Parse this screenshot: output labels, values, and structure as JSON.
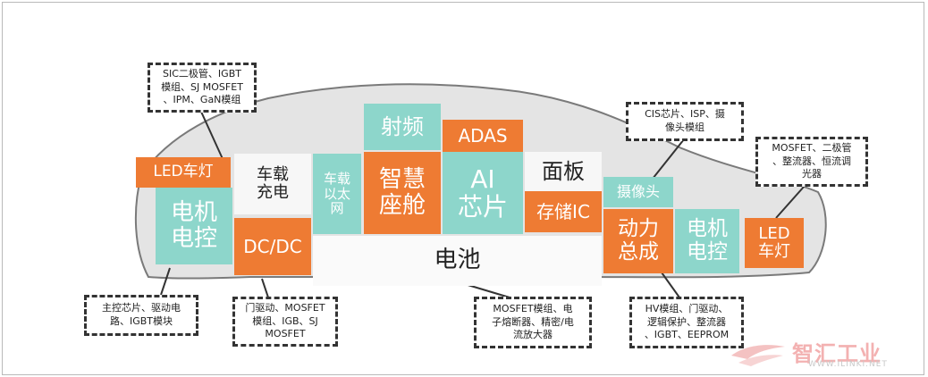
{
  "colors": {
    "teal": "#8dd6cb",
    "orange": "#ee7b33",
    "car_body": "#e4e4e4",
    "car_outline": "#7a7a7a"
  },
  "blocks": {
    "led_front": "LED车灯",
    "motor_front": "电机\n电控",
    "charger": "车载\n充电",
    "dcdc": "DC/DC",
    "ethernet": "车载\n以太\n网",
    "rf": "射频",
    "cockpit": "智慧\n座舱",
    "adas": "ADAS",
    "ai_chip": "AI\n芯片",
    "panel": "面板",
    "storage": "存储IC",
    "camera": "摄像头",
    "powertrain": "动力\n总成",
    "motor_rear": "电机\n电控",
    "led_rear": "LED\n车灯",
    "battery": "电池"
  },
  "notes": {
    "top_left": "SIC二极管、IGBT\n模组、SJ MOSFET\n、IPM、GaN模组",
    "top_camera": "CIS芯片、ISP、摄\n像头模组",
    "top_right": "MOSFET、二极管\n、整流器、恒流调\n光器",
    "bottom_motor": "主控芯片、驱动电\n路、IGBT模块",
    "bottom_dcdc": "门驱动、MOSFET\n模组、IGB、SJ\nMOSFET",
    "bottom_battery": "MOSFET模组、电\n子熔断器、精密/电\n流放大器",
    "bottom_powertrain": "HV模组、门驱动、\n逻辑保护、整流器\n、IGBT、EEPROM"
  },
  "watermark": {
    "text": "智汇工业",
    "url": "WWW.ILINKI.NET"
  }
}
